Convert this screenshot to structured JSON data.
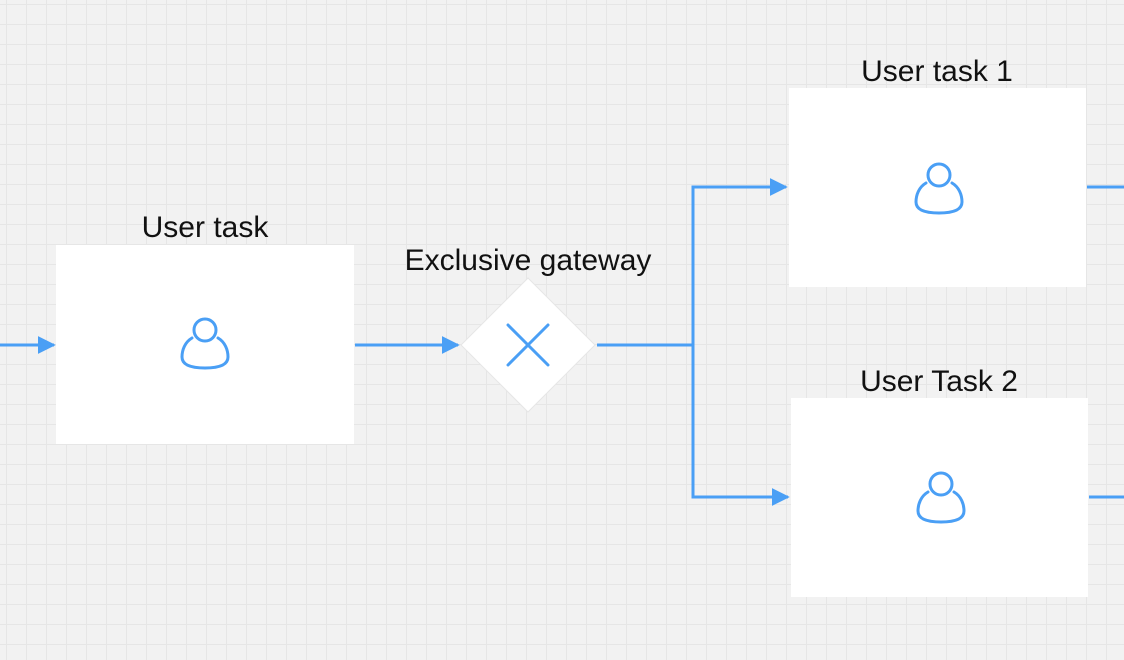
{
  "diagram": {
    "colors": {
      "flow": "#4a9ff5",
      "icon": "#4a9ff5",
      "node_fill": "#ffffff",
      "canvas": "#f2f2f2",
      "grid": "#e6e6e6",
      "label": "#111111"
    },
    "nodes": {
      "user_task": {
        "label": "User task",
        "icon": "user-icon"
      },
      "gateway": {
        "label": "Exclusive gateway",
        "icon": "close-icon"
      },
      "user_task_1": {
        "label": "User task 1",
        "icon": "user-icon"
      },
      "user_task_2": {
        "label": "User Task 2",
        "icon": "user-icon"
      }
    }
  }
}
